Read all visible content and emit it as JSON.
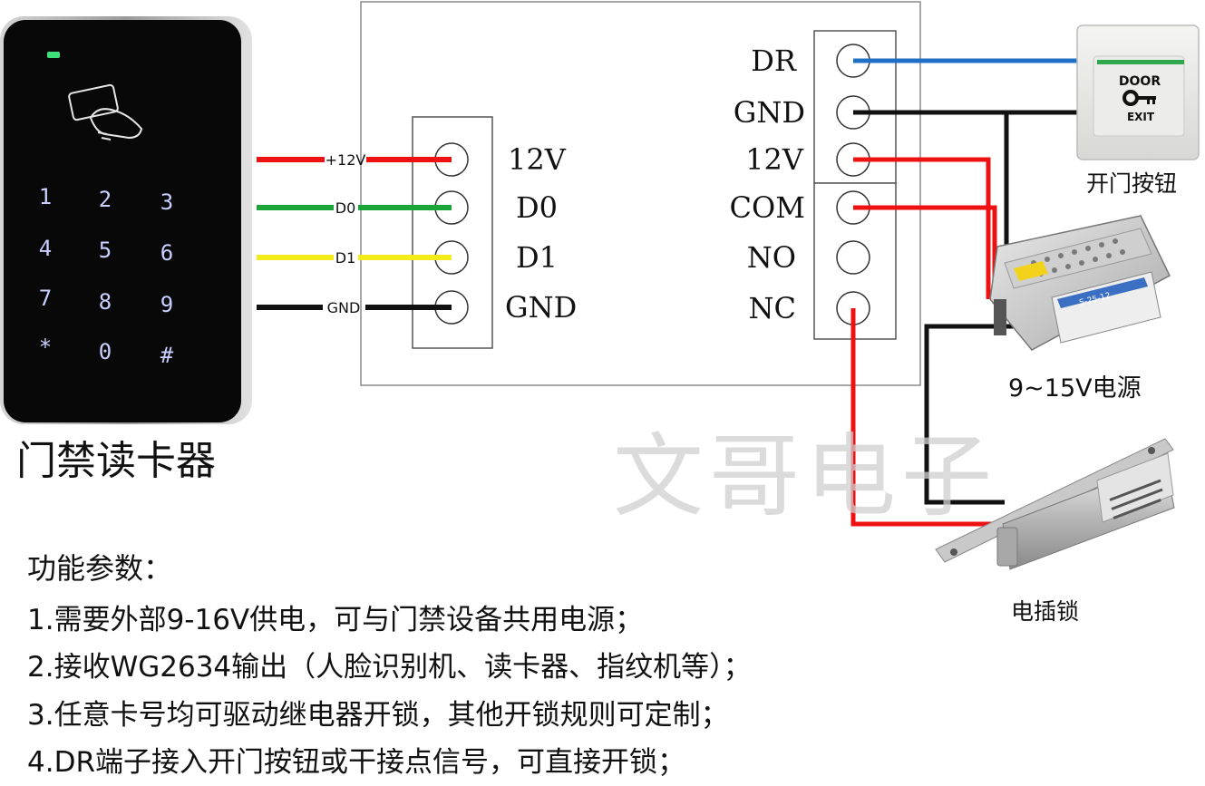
{
  "reader": {
    "caption": "门禁读卡器",
    "keys": [
      "1",
      "2",
      "3",
      "4",
      "5",
      "6",
      "7",
      "8",
      "9",
      "*",
      "0",
      "#"
    ]
  },
  "input_terminals": [
    {
      "wire": "+12V",
      "pin": "12V",
      "color": "#ee1111"
    },
    {
      "wire": "D0",
      "pin": "D0",
      "color": "#1ca33a"
    },
    {
      "wire": "D1",
      "pin": "D1",
      "color": "#f4ec1a"
    },
    {
      "wire": "GND",
      "pin": "GND",
      "color": "#111111"
    }
  ],
  "output_terminals": [
    "DR",
    "GND",
    "12V",
    "COM",
    "NO",
    "NC"
  ],
  "exit_button": {
    "text_top": "DOOR",
    "text_bottom": "EXIT",
    "caption": "开门按钮"
  },
  "power_supply": {
    "caption": "9~15V电源",
    "label_text": "S-25-12"
  },
  "lock": {
    "caption": "电插锁"
  },
  "watermark": "文哥电子",
  "features": {
    "title": "功能参数：",
    "lines": [
      "1.需要外部9-16V供电，可与门禁设备共用电源；",
      "2.接收WG2634输出（人脸识别机、读卡器、指纹机等）；",
      "3.任意卡号均可驱动继电器开锁，其他开锁规则可定制；",
      "4.DR端子接入开门按钮或干接点信号，可直接开锁；"
    ]
  },
  "colors": {
    "red": "#ee1111",
    "green": "#1ca33a",
    "yellow": "#f4ec1a",
    "black": "#111111",
    "blue": "#1f6fc4"
  }
}
